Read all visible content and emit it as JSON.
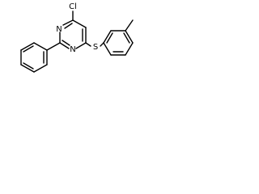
{
  "molecule": {
    "atoms": {
      "cl": "Cl",
      "n_upper": "N",
      "n_lower": "N",
      "s": "S"
    },
    "colors": {
      "bond": "#000000",
      "label": "#000000",
      "background": "#ffffff"
    }
  }
}
